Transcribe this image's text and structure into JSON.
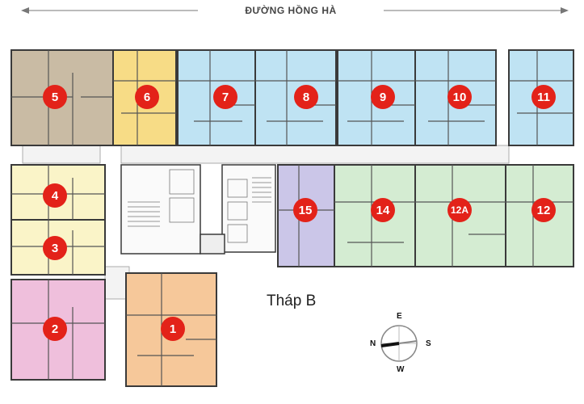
{
  "street": {
    "label": "ĐƯỜNG HỒNG HÀ"
  },
  "tower": {
    "label": "Tháp B"
  },
  "compass": {
    "n": "N",
    "e": "E",
    "s": "S",
    "w": "W"
  },
  "colors": {
    "tan": "#c9bba4",
    "yellow": "#f7dc86",
    "light_blue": "#bfe3f3",
    "cream": "#faf4c8",
    "pink": "#efbfdc",
    "orange": "#f6c89a",
    "green": "#d4ecd2",
    "lavender": "#cbc6e8",
    "badge": "#e32219",
    "wall": "#3a3a3a"
  },
  "units": [
    {
      "number": "5",
      "color": "tan"
    },
    {
      "number": "6",
      "color": "yellow"
    },
    {
      "number": "7",
      "color": "light_blue"
    },
    {
      "number": "8",
      "color": "light_blue"
    },
    {
      "number": "9",
      "color": "light_blue"
    },
    {
      "number": "10",
      "color": "light_blue"
    },
    {
      "number": "11",
      "color": "light_blue"
    },
    {
      "number": "4",
      "color": "cream"
    },
    {
      "number": "3",
      "color": "cream"
    },
    {
      "number": "15",
      "color": "lavender"
    },
    {
      "number": "14",
      "color": "green"
    },
    {
      "number": "12A",
      "color": "green"
    },
    {
      "number": "12",
      "color": "green"
    },
    {
      "number": "2",
      "color": "pink"
    },
    {
      "number": "1",
      "color": "orange"
    }
  ]
}
